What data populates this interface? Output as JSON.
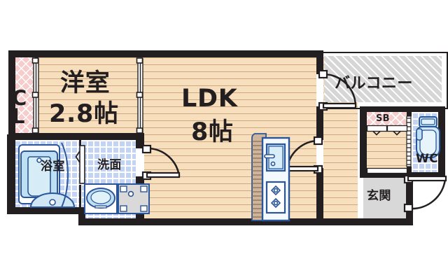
{
  "plan": {
    "title": "apartment-floor-plan",
    "unit_suffix": "帖"
  },
  "rooms": [
    {
      "id": "closet",
      "name": "CL",
      "label_line1": "C",
      "label_line2": "L",
      "area": ""
    },
    {
      "id": "washitsu",
      "name": "洋室",
      "label": "洋室",
      "area": "2.8帖"
    },
    {
      "id": "ldk",
      "name": "LDK",
      "label": "LDK",
      "area": "8帖"
    },
    {
      "id": "bath",
      "name": "浴室",
      "label": "浴室",
      "area": ""
    },
    {
      "id": "sanitary",
      "name": "洗面",
      "label": "洗面",
      "area": ""
    },
    {
      "id": "balcony",
      "name": "バルコニー",
      "label": "バルコニー",
      "area": ""
    },
    {
      "id": "shoebox",
      "name": "SB",
      "label": "SB",
      "area": ""
    },
    {
      "id": "wc",
      "name": "WC",
      "label": "WC",
      "area": ""
    },
    {
      "id": "genkan",
      "name": "玄関",
      "label": "玄関",
      "area": ""
    }
  ],
  "labels": {
    "cl_c": "C",
    "cl_l": "L",
    "washitsu_name": "洋室",
    "washitsu_area": "2.8帖",
    "ldk_name": "LDK",
    "ldk_area": "8帖",
    "bath": "浴室",
    "sanitary": "洗面",
    "balcony": "バルコニー",
    "shoebox": "SB",
    "wc": "WC",
    "genkan": "玄関"
  },
  "fixtures": [
    {
      "name": "bathtub",
      "room": "bath"
    },
    {
      "name": "shower-basin",
      "room": "bath"
    },
    {
      "name": "wash-basin",
      "room": "sanitary"
    },
    {
      "name": "washer-pan",
      "room": "sanitary"
    },
    {
      "name": "kitchen-sink",
      "room": "ldk"
    },
    {
      "name": "kitchen-stove",
      "room": "ldk"
    },
    {
      "name": "kitchen-counter",
      "room": "ldk"
    },
    {
      "name": "toilet",
      "room": "wc"
    }
  ],
  "doors": [
    {
      "name": "balcony-door",
      "type": "swing"
    },
    {
      "name": "ldk-hall-door",
      "type": "swing"
    },
    {
      "name": "sanitary-door",
      "type": "swing"
    },
    {
      "name": "entrance-door",
      "type": "swing"
    },
    {
      "name": "wc-door",
      "type": "sliding"
    },
    {
      "name": "bath-door",
      "type": "folding"
    },
    {
      "name": "closet-door",
      "type": "sliding"
    },
    {
      "name": "washitsu-ldk-door",
      "type": "sliding"
    },
    {
      "name": "shoebox-door",
      "type": "sliding"
    }
  ],
  "colors": {
    "wall": "#231f20",
    "wood_floor": "#f7dfbd",
    "tile_floor": "#c3d3f4",
    "closet_fill": "#f6cccc",
    "balcony_fill": "#d6d6d6",
    "genkan_fill": "#d8d8d8",
    "fixture_outline": "#2a5699",
    "fixture_fill": "#bfe0f2"
  }
}
